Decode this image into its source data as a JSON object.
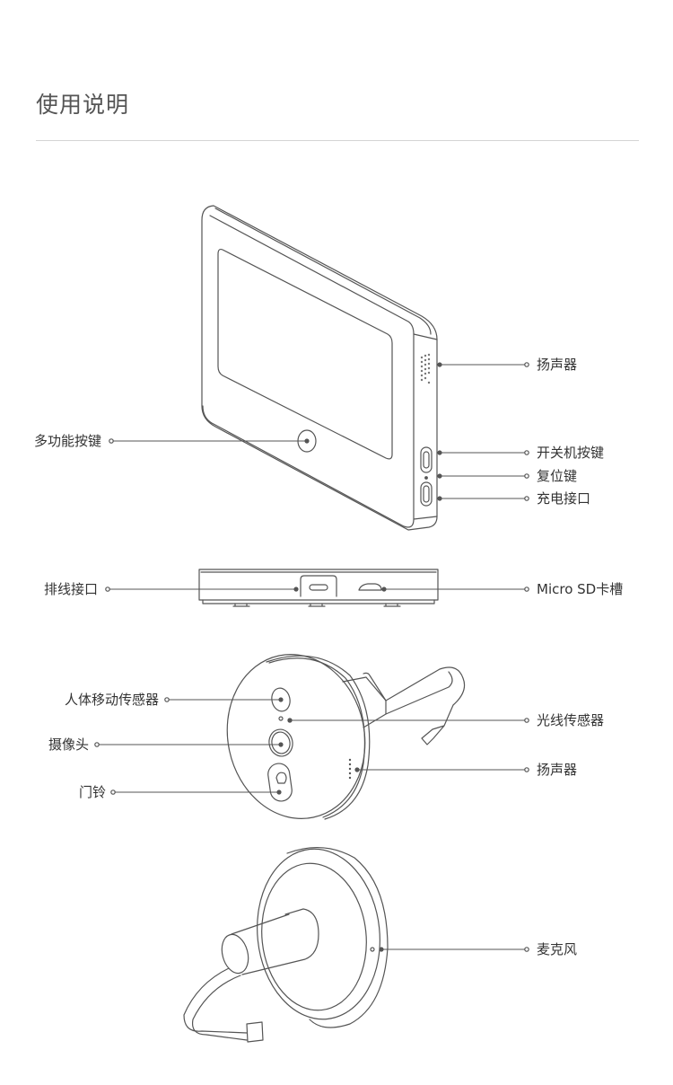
{
  "header": {
    "title": "使用说明"
  },
  "display_unit": {
    "labels": {
      "multi_button": "多功能按键",
      "speaker": "扬声器",
      "power_button": "开关机按键",
      "reset_button": "复位键",
      "charging_port": "充电接口"
    }
  },
  "display_bottom": {
    "labels": {
      "ribbon_port": "排线接口",
      "sd_slot": "Micro SD卡槽"
    }
  },
  "camera_unit": {
    "labels": {
      "motion_sensor": "人体移动传感器",
      "light_sensor": "光线传感器",
      "camera": "摄像头",
      "speaker": "扬声器",
      "doorbell": "门铃"
    }
  },
  "back_unit": {
    "labels": {
      "microphone": "麦克风"
    }
  },
  "colors": {
    "line": "#555555",
    "rule": "#d4d4d4",
    "text": "#333333"
  }
}
